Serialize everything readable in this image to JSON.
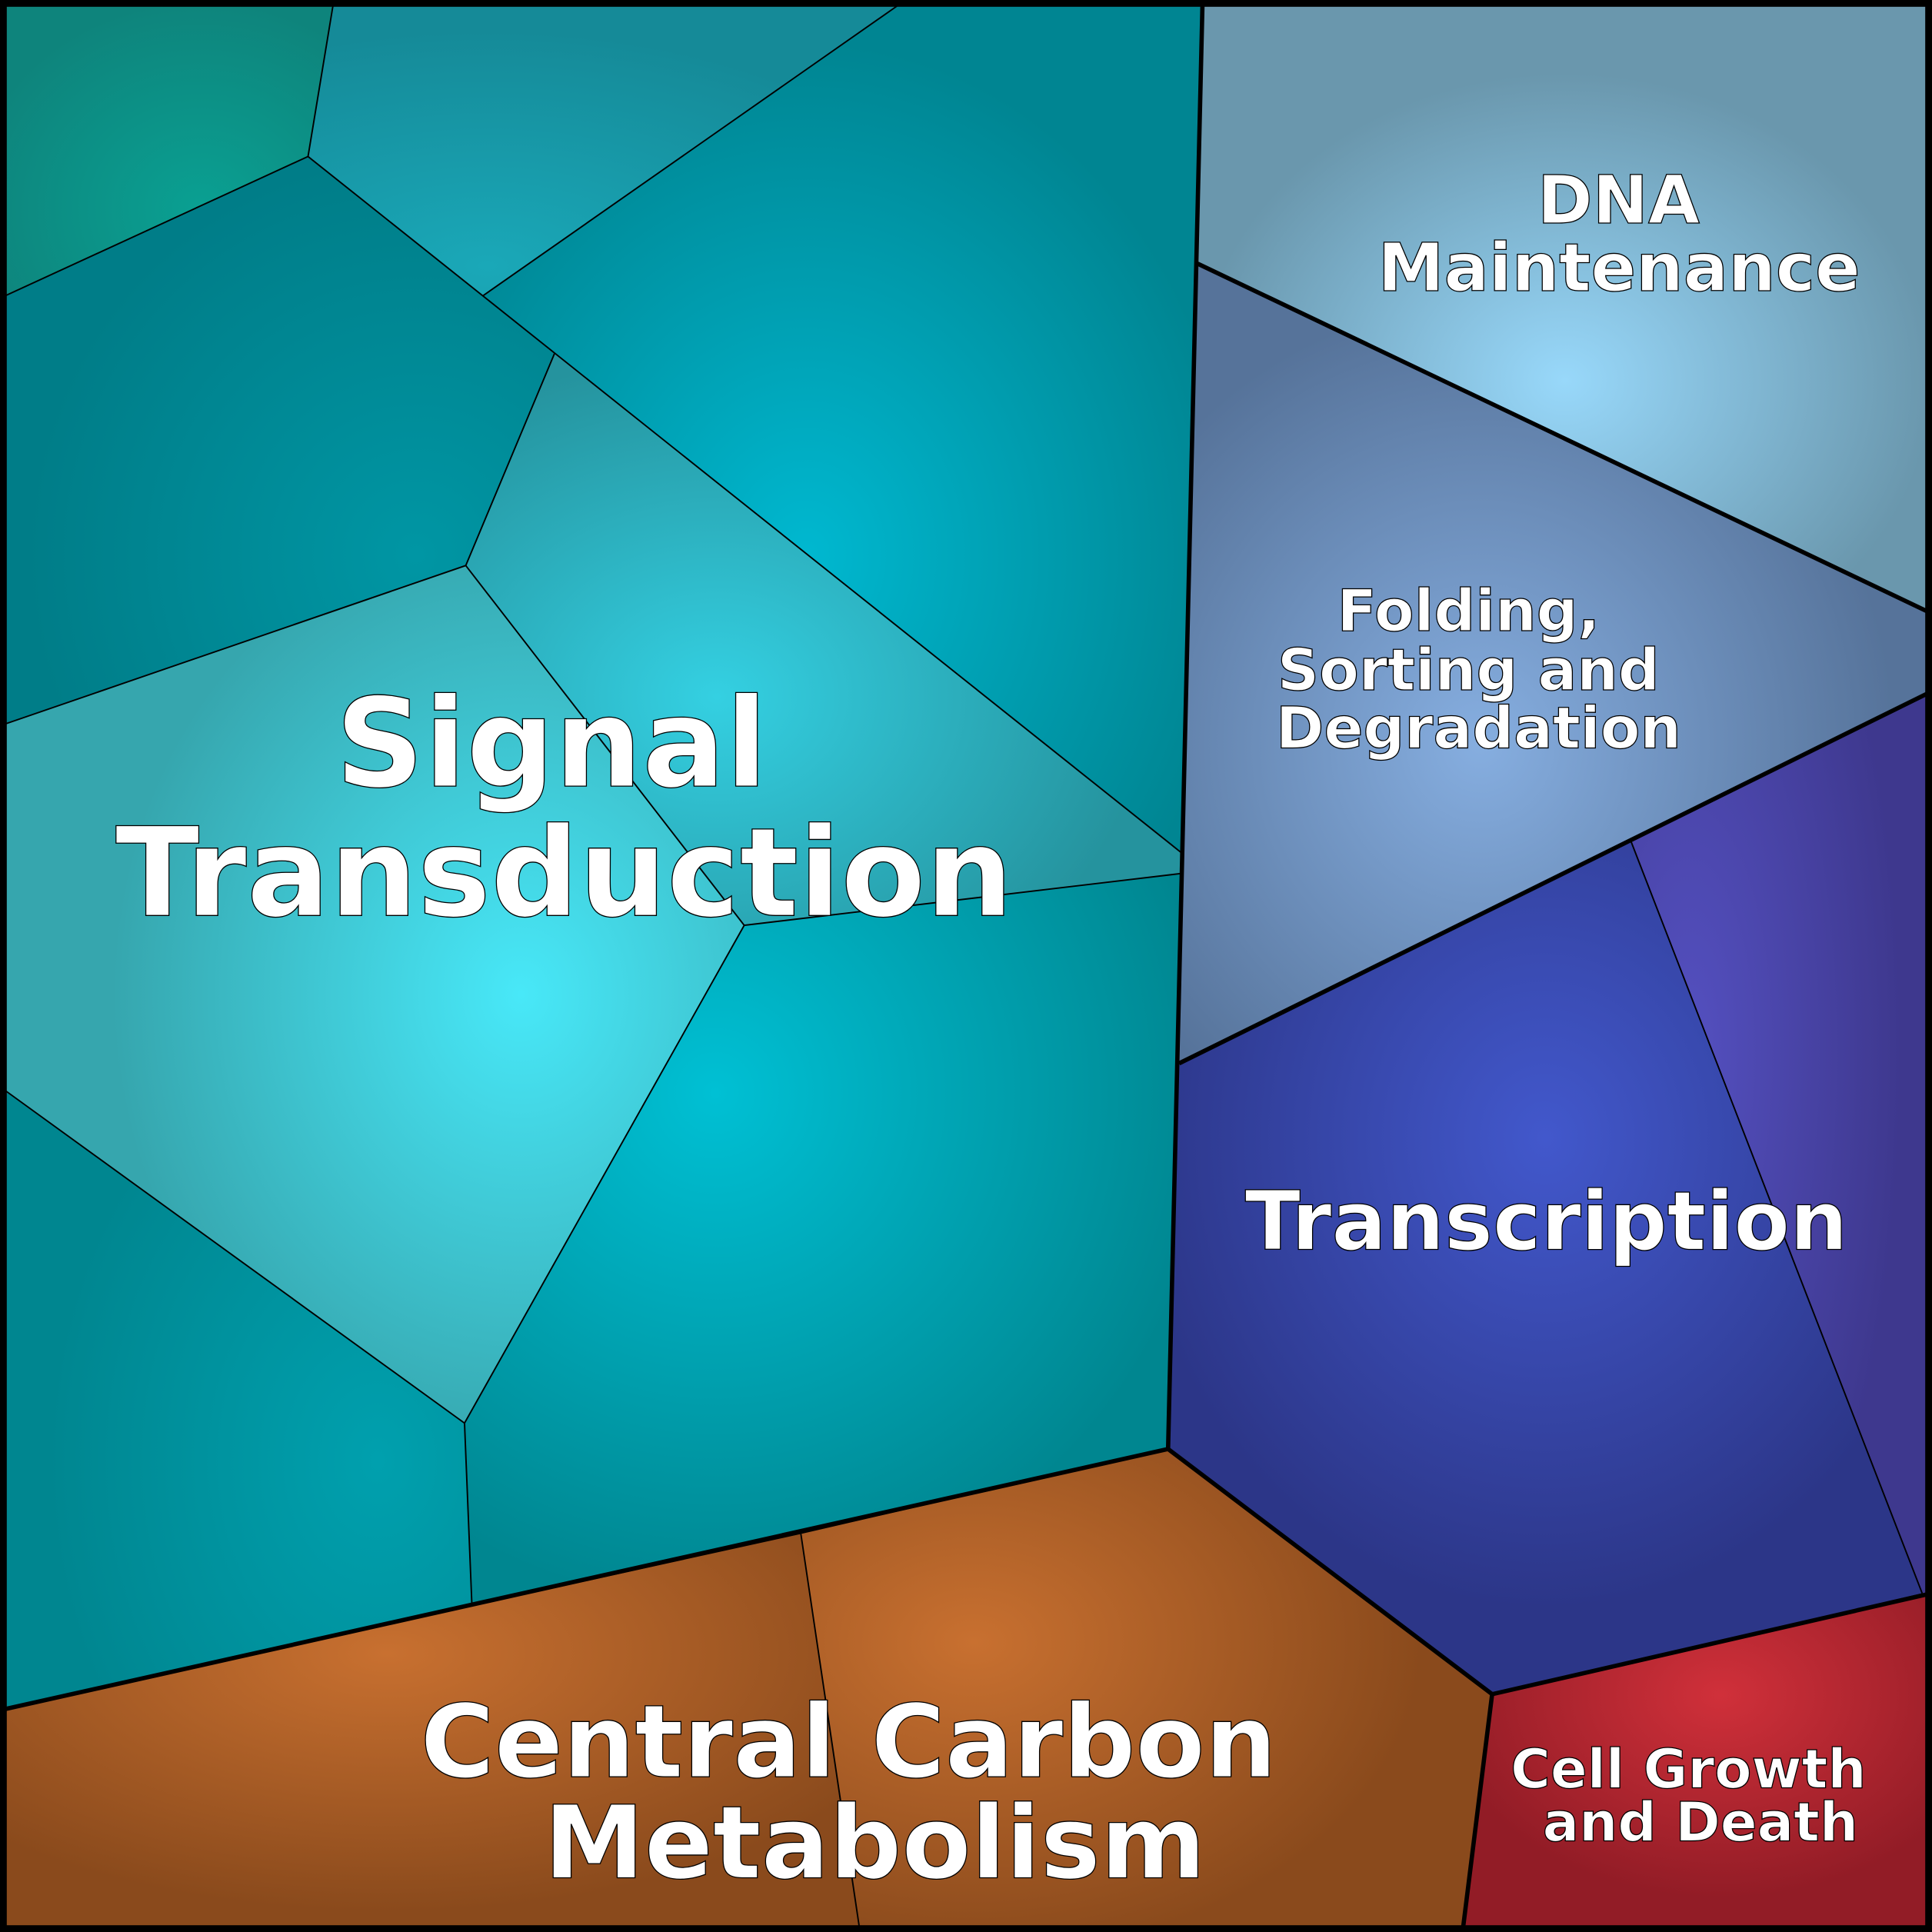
{
  "diagram": {
    "type": "voronoi-treemap",
    "categories": [
      {
        "name": "Signal Transduction",
        "lines": [
          "Signal",
          "Transduction"
        ],
        "color": "#00919e"
      },
      {
        "name": "DNA Maintenance",
        "lines": [
          "DNA",
          "Maintenance"
        ],
        "color": "#6a97ad"
      },
      {
        "name": "Folding, Sorting and Degradation",
        "lines": [
          "Folding,",
          "Sorting and",
          "Degradation"
        ],
        "color": "#56739a"
      },
      {
        "name": "Transcription",
        "lines": [
          "Transcription"
        ],
        "color": "#2e3a8e"
      },
      {
        "name": "Central Carbon Metabolism",
        "lines": [
          "Central Carbon",
          "Metabolism"
        ],
        "color": "#8c4a1c"
      },
      {
        "name": "Cell Growth and Death",
        "lines": [
          "Cell Growth",
          "and Death"
        ],
        "color": "#9a1c28"
      }
    ]
  }
}
